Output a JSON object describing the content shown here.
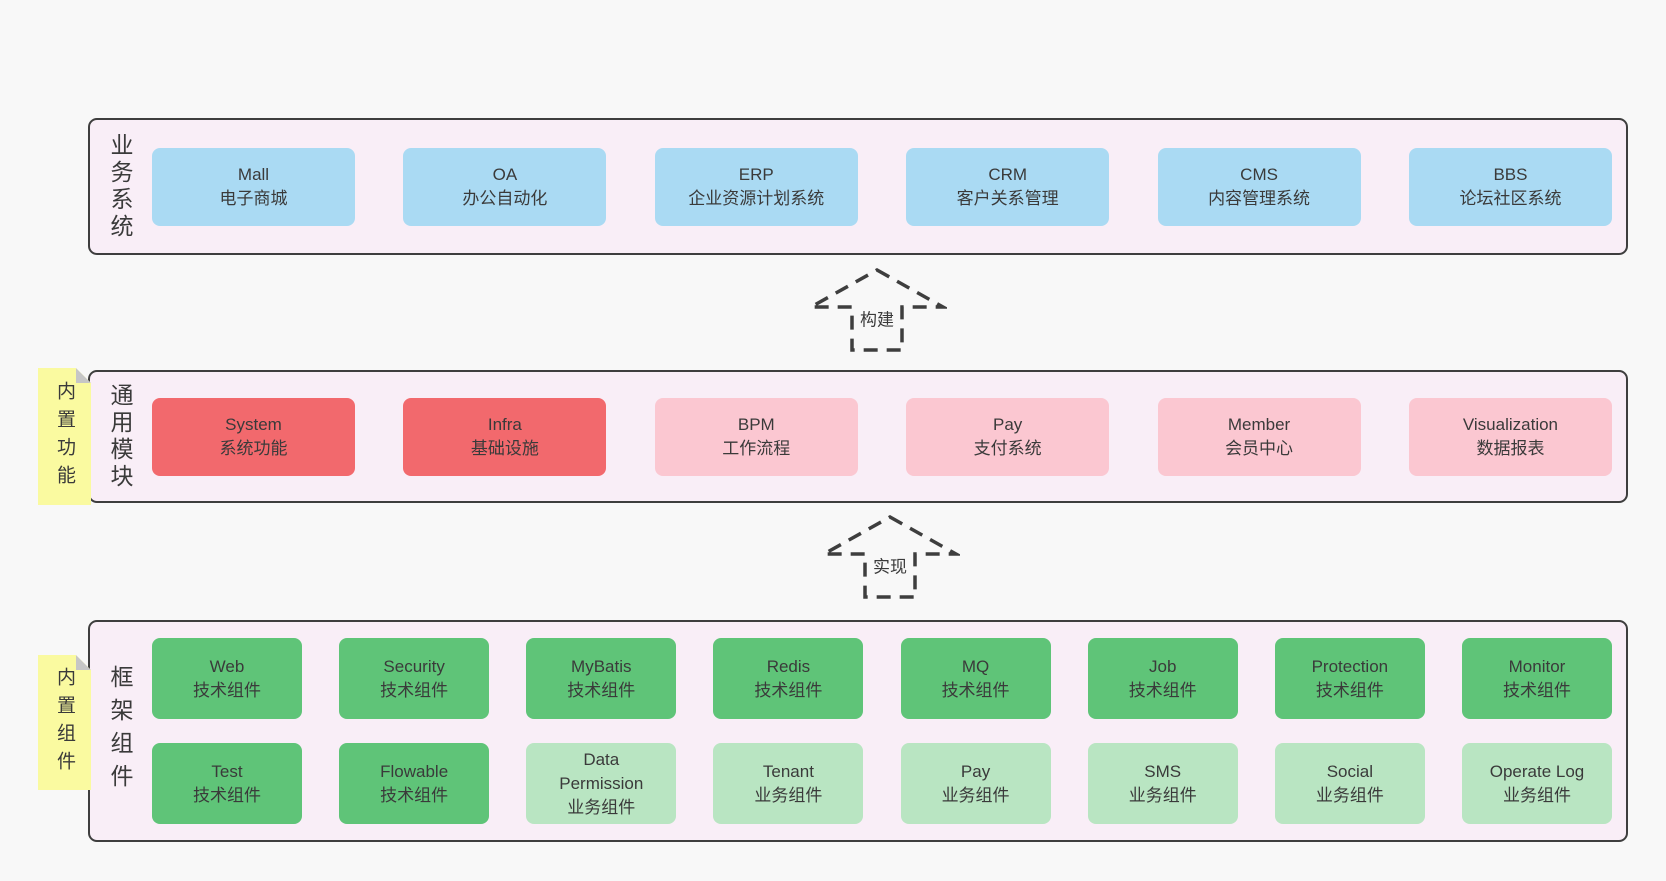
{
  "colors": {
    "page_bg": "#f8f8f8",
    "band_bg": "#f9eef7",
    "border": "#3e3e3e",
    "text": "#3a3a3a",
    "blue": "#aadaf3",
    "red": "#f2696d",
    "pink": "#fbc7d1",
    "green": "#5fc478",
    "light_green": "#b9e5c2",
    "sticky": "#fafaa0",
    "fold": "#c6c6c6"
  },
  "bands": [
    {
      "id": "business-systems",
      "label": "业务系统",
      "boxes": [
        {
          "name": "Mall",
          "subtitle": "电子商城",
          "variant": "blue"
        },
        {
          "name": "OA",
          "subtitle": "办公自动化",
          "variant": "blue"
        },
        {
          "name": "ERP",
          "subtitle": "企业资源计划系统",
          "variant": "blue"
        },
        {
          "name": "CRM",
          "subtitle": "客户关系管理",
          "variant": "blue"
        },
        {
          "name": "CMS",
          "subtitle": "内容管理系统",
          "variant": "blue"
        },
        {
          "name": "BBS",
          "subtitle": "论坛社区系统",
          "variant": "blue"
        }
      ]
    },
    {
      "id": "common-modules",
      "label": "通用模块",
      "sticky": "内置功能",
      "boxes": [
        {
          "name": "System",
          "subtitle": "系统功能",
          "variant": "red"
        },
        {
          "name": "Infra",
          "subtitle": "基础设施",
          "variant": "red"
        },
        {
          "name": "BPM",
          "subtitle": "工作流程",
          "variant": "pink"
        },
        {
          "name": "Pay",
          "subtitle": "支付系统",
          "variant": "pink"
        },
        {
          "name": "Member",
          "subtitle": "会员中心",
          "variant": "pink"
        },
        {
          "name": "Visualization",
          "subtitle": "数据报表",
          "variant": "pink"
        }
      ]
    },
    {
      "id": "framework-components",
      "label": "框架组件",
      "sticky": "内置组件",
      "rows": [
        [
          {
            "name": "Web",
            "subtitle": "技术组件",
            "variant": "green"
          },
          {
            "name": "Security",
            "subtitle": "技术组件",
            "variant": "green"
          },
          {
            "name": "MyBatis",
            "subtitle": "技术组件",
            "variant": "green"
          },
          {
            "name": "Redis",
            "subtitle": "技术组件",
            "variant": "green"
          },
          {
            "name": "MQ",
            "subtitle": "技术组件",
            "variant": "green"
          },
          {
            "name": "Job",
            "subtitle": "技术组件",
            "variant": "green"
          },
          {
            "name": "Protection",
            "subtitle": "技术组件",
            "variant": "green"
          },
          {
            "name": "Monitor",
            "subtitle": "技术组件",
            "variant": "green"
          }
        ],
        [
          {
            "name": "Test",
            "subtitle": "技术组件",
            "variant": "green"
          },
          {
            "name": "Flowable",
            "subtitle": "技术组件",
            "variant": "green"
          },
          {
            "name": "Data Permission",
            "subtitle": "业务组件",
            "variant": "light-green"
          },
          {
            "name": "Tenant",
            "subtitle": "业务组件",
            "variant": "light-green"
          },
          {
            "name": "Pay",
            "subtitle": "业务组件",
            "variant": "light-green"
          },
          {
            "name": "SMS",
            "subtitle": "业务组件",
            "variant": "light-green"
          },
          {
            "name": "Social",
            "subtitle": "业务组件",
            "variant": "light-green"
          },
          {
            "name": "Operate Log",
            "subtitle": "业务组件",
            "variant": "light-green"
          }
        ]
      ]
    }
  ],
  "arrows": [
    {
      "label": "构建"
    },
    {
      "label": "实现"
    }
  ]
}
